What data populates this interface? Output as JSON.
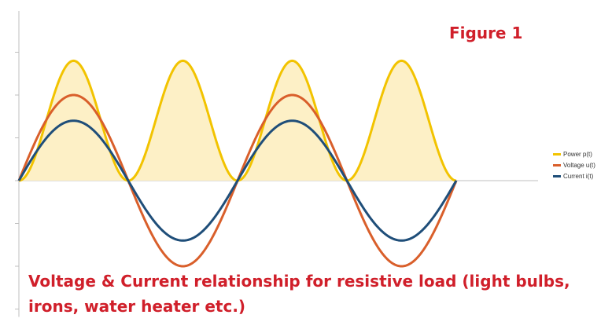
{
  "title": "Figure 1",
  "caption": "Voltage & Current relationship for resistive load (light bulbs, irons, water heater etc.)",
  "chart_data": {
    "type": "line",
    "title": "Figure 1",
    "xlabel": "",
    "ylabel": "",
    "x_periods": 2,
    "ylim": [
      -3,
      3
    ],
    "grid": false,
    "legend_position": "right",
    "series": [
      {
        "name": "Power p(t)",
        "type": "area",
        "color": "#f2c300",
        "fill": "#fdf0c6",
        "formula": "2.8*sin(x)^2",
        "peak": 2.8
      },
      {
        "name": "Voltage u(t)",
        "type": "line",
        "color": "#d95f2b",
        "formula": "2*sin(x)",
        "amplitude": 2
      },
      {
        "name": "Current i(t)",
        "type": "line",
        "color": "#1f4e79",
        "formula": "1.4*sin(x)",
        "amplitude": 1.4
      }
    ]
  }
}
